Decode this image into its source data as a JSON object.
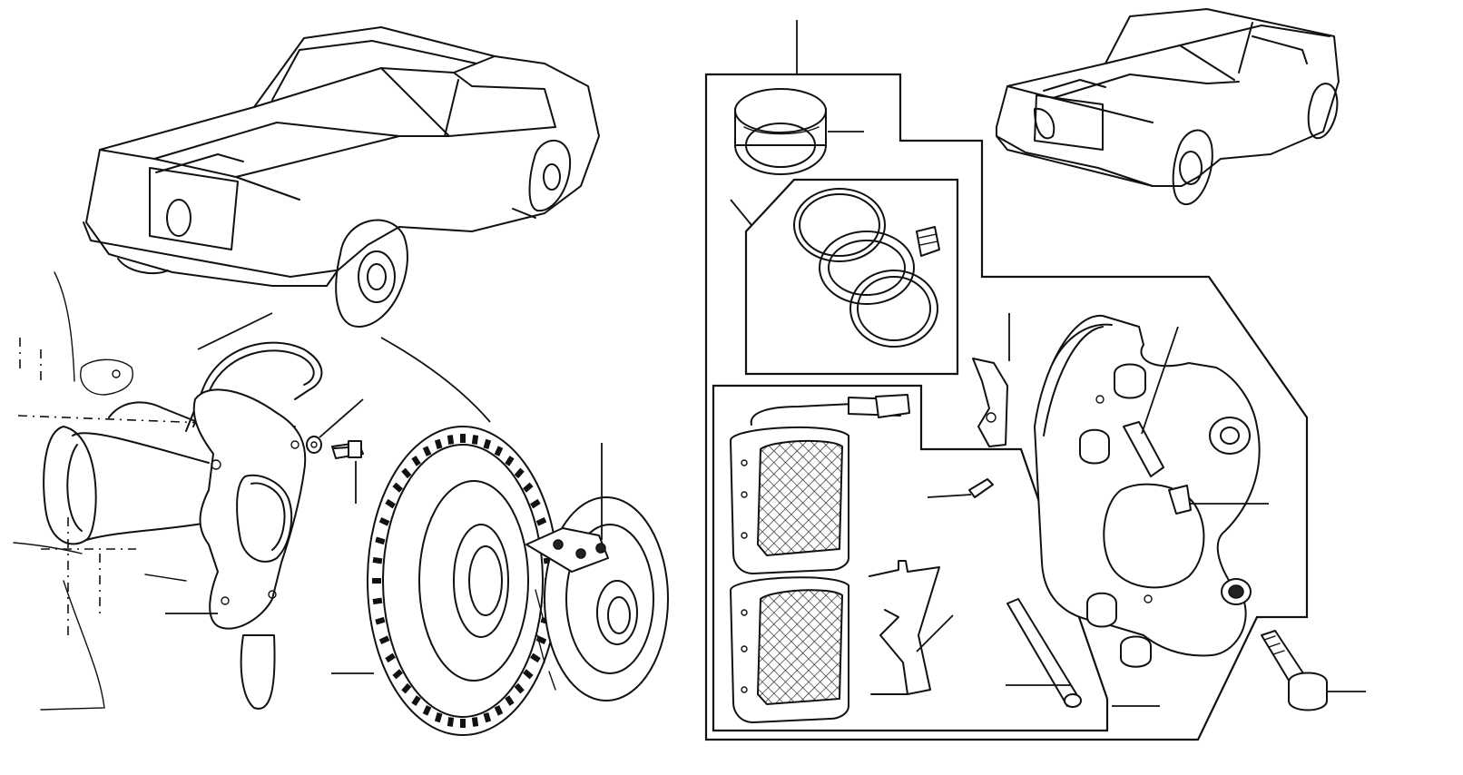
{
  "diagram": {
    "background": "#ffffff",
    "line_color": "#111111",
    "panels": [
      {
        "id": "front-hub-assembly",
        "parts": [
          "car-overview",
          "dust-shield",
          "stub-axle",
          "nut",
          "bolt",
          "brake-disc",
          "hub"
        ]
      },
      {
        "id": "caliper-assembly",
        "parts": [
          "car-overview",
          "piston",
          "seal-kit",
          "brake-pads",
          "pad-spring",
          "pin",
          "caliper",
          "bolt"
        ]
      }
    ],
    "text_labels": []
  }
}
